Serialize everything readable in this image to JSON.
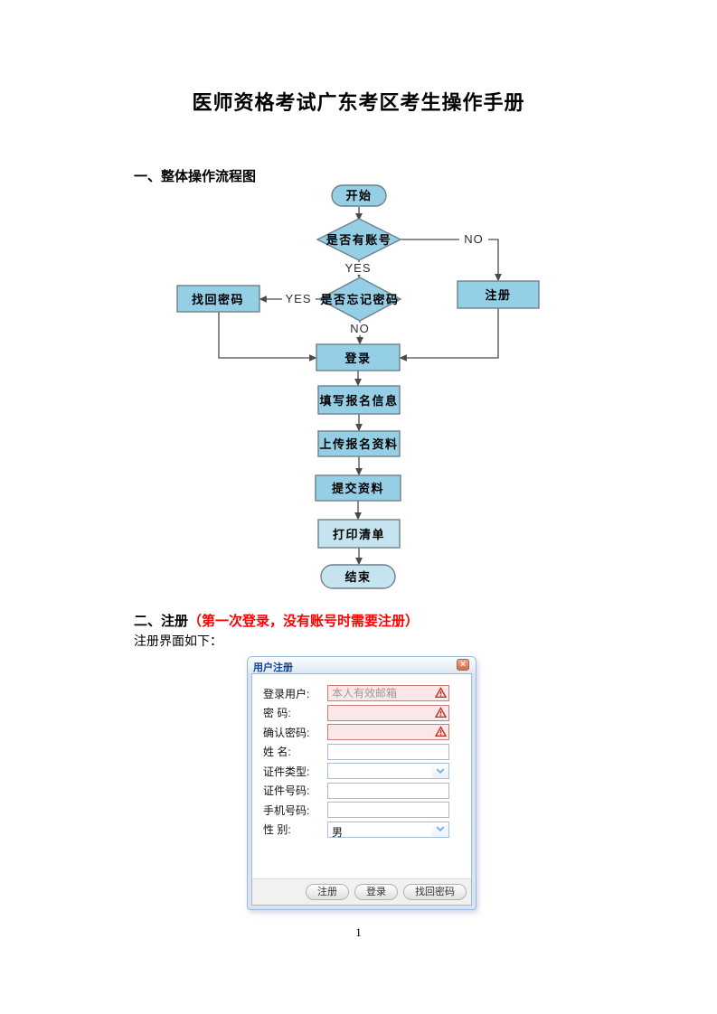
{
  "document": {
    "title": "医师资格考试广东考区考生操作手册",
    "page_number": "1",
    "section1": {
      "heading": "一、整体操作流程图"
    },
    "section2": {
      "heading": "二、注册",
      "heading_note_red": "（第一次登录，没有账号时需要注册）",
      "intro": "注册界面如下："
    }
  },
  "flowchart": {
    "nodes": {
      "start": "开始",
      "has_account": "是否有账号",
      "register": "注册",
      "forgot_password": "是否忘记密码",
      "recover_password": "找回密码",
      "login": "登录",
      "fill_info": "填写报名信息",
      "upload_materials": "上传报名资料",
      "submit_materials": "提交资料",
      "print_list": "打印清单",
      "end": "结束"
    },
    "labels": {
      "no_right": "NO",
      "yes_down": "YES",
      "yes_left": "YES",
      "no_down": "NO"
    },
    "colors": {
      "node_fill": "#95CFE6",
      "node_fill_light": "#C6E3F0",
      "node_border": "#6E7F8A",
      "line": "#4A4A4A"
    }
  },
  "register_dialog": {
    "title": "用户注册",
    "close_icon": "×",
    "fields": [
      {
        "label": "登录用户:",
        "placeholder": "本人有效邮箱",
        "value": "",
        "type": "text",
        "error": true
      },
      {
        "label": "密 码:",
        "placeholder": "",
        "value": "",
        "type": "text",
        "error": true
      },
      {
        "label": "确认密码:",
        "placeholder": "",
        "value": "",
        "type": "text",
        "error": true
      },
      {
        "label": "姓 名:",
        "placeholder": "",
        "value": "",
        "type": "text",
        "error": false
      },
      {
        "label": "证件类型:",
        "value": "",
        "type": "select",
        "error": false
      },
      {
        "label": "证件号码:",
        "placeholder": "",
        "value": "",
        "type": "text",
        "error": false
      },
      {
        "label": "手机号码:",
        "placeholder": "",
        "value": "",
        "type": "text",
        "error": false
      },
      {
        "label": "性 别:",
        "value": "男",
        "type": "select",
        "error": false
      }
    ],
    "buttons": [
      "注册",
      "登录",
      "找回密码"
    ],
    "colors": {
      "title_text": "#15428B",
      "frame": "#D8E4F3",
      "error_bg": "#FBE7E7",
      "error_border": "#CE7B75",
      "close_bg": "#D96A4C",
      "chevron": "#77ACDF"
    }
  }
}
